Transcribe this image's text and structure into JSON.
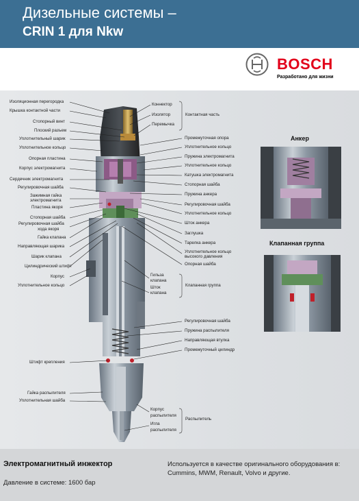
{
  "header": {
    "title_line1": "Дизельные системы –",
    "title_line2": "CRIN 1 для Nkw"
  },
  "brand": {
    "name": "BOSCH",
    "tagline": "Разработано для жизни",
    "color": "#e2001a"
  },
  "labels_left": [
    "Изоляционная перегородка",
    "Крышка контактной части",
    "Стопорный винт",
    "Плоский разъем",
    "Уплотнительный шарик",
    "Уплотнительное кольцо",
    "Опорная пластина",
    "Корпус электромагнита",
    "Сердечник электромагнита",
    "Регулировочная шайба",
    "Зажимная гайка",
    "электромагнита",
    "Пластина якоря",
    "Стопорная шайба",
    "Регулировочная шайба",
    "хода якоря",
    "Гайка клапана",
    "Направляющая шарика",
    "Шарик клапана",
    "Цилиндрический штифт",
    "Корпус",
    "Уплотнительное кольцо",
    "Штифт крепления",
    "Гайка распылителя",
    "Уплотнительная шайба"
  ],
  "labels_right_top": [
    "Коннектор",
    "Изолятор",
    "Перемычка"
  ],
  "group_contact": "Контактная часть",
  "labels_right": [
    "Промежуточная опора",
    "Уплотнительное кольцо",
    "Пружина электромагнита",
    "Уплотнительное кольцо",
    "Катушка электромагнита",
    "Стопорная шайба",
    "Пружина анкера",
    "Регулировочная шайба",
    "Уплотнительное кольцо",
    "Шток анкера",
    "Заглушка",
    "Тарелка анкера",
    "Уплотнительное кольцо",
    "высокого давления",
    "Опорная шайба"
  ],
  "labels_valve": [
    "Гильза",
    "клапана",
    "Шток",
    "клапана"
  ],
  "group_valve": "Клапанная группа",
  "labels_right_lower": [
    "Регулировочная шайба",
    "Пружина распылителя",
    "Направляющая втулка",
    "Промежуточный цилиндр"
  ],
  "labels_nozzle": [
    "Корпус",
    "распылителя",
    "Игла",
    "распылителя"
  ],
  "group_nozzle": "Распылитель",
  "detail_titles": {
    "armature": "Анкер",
    "valve_group": "Клапанная группа"
  },
  "footer": {
    "product": "Электромагнитный инжектор",
    "pressure": "Давление в системе: 1600 бар",
    "used_line1": "Используется в качестве оригинального оборудования в:",
    "used_line2": "Cummins, MWM,  Renault, Volvo и другие."
  }
}
